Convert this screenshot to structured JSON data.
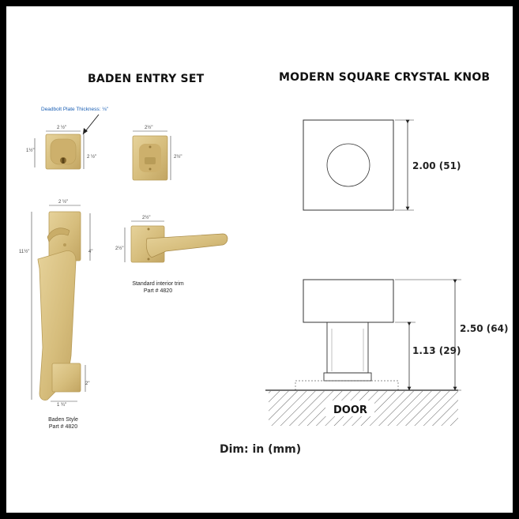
{
  "left_title": "BADEN ENTRY SET",
  "right_title": "MODERN SQUARE CRYSTAL KNOB",
  "deadbolt_note": "Deadbolt Plate Thickness: ⅛\"",
  "deadbolt_dims": {
    "width": "2 ½\"",
    "center": "1½\"",
    "height": "2 ½\""
  },
  "deadbolt_interior_dims": {
    "width": "2½\"",
    "height": "2½\""
  },
  "handleset_dims": {
    "plate_width": "2 ½\"",
    "overall": "11½\"",
    "to_center": "4\"",
    "bottom": "2\"",
    "bottom_width": "1 ¾\""
  },
  "lever_dims": {
    "width": "2½\"",
    "height": "2½\""
  },
  "interior_trim": {
    "label": "Standard interior trim",
    "part": "Part # 4820"
  },
  "baden_style": {
    "label": "Baden Style",
    "part": "Part # 4820"
  },
  "knob_dims": {
    "plate": "2.00 (51)",
    "stem": "1.13 (29)",
    "overall": "2.50 (64)"
  },
  "door_label": "DOOR",
  "dim_caption": "Dim: in (mm)",
  "colors": {
    "brass": "#d8c080",
    "brass_dark": "#b89c58",
    "line": "#333333",
    "blue": "#1a5fb4"
  }
}
